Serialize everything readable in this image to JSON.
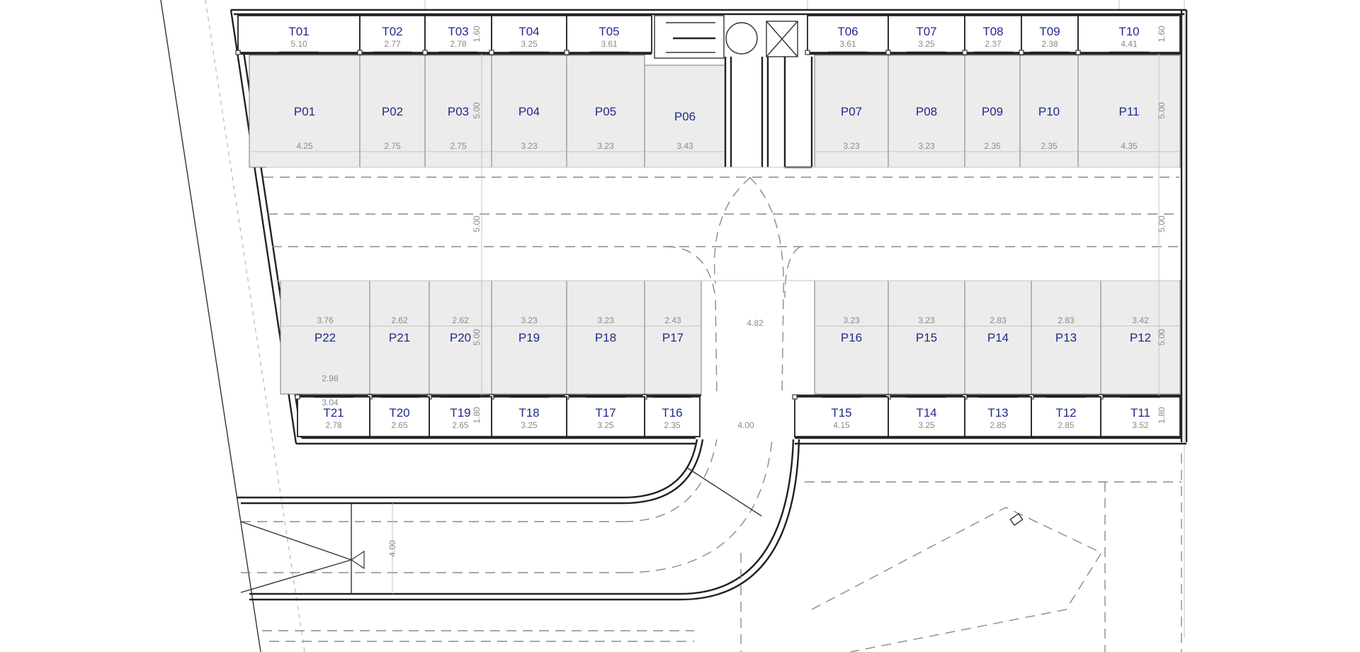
{
  "parking_spaces": [
    {
      "label": "P01",
      "dim": "4.25"
    },
    {
      "label": "P02",
      "dim": "2.75"
    },
    {
      "label": "P03",
      "dim": "2.75"
    },
    {
      "label": "P04",
      "dim": "3.23"
    },
    {
      "label": "P05",
      "dim": "3.23"
    },
    {
      "label": "P06",
      "dim": "3.43"
    },
    {
      "label": "P07",
      "dim": "3.23"
    },
    {
      "label": "P08",
      "dim": "3.23"
    },
    {
      "label": "P09",
      "dim": "2.35"
    },
    {
      "label": "P10",
      "dim": "2.35"
    },
    {
      "label": "P11",
      "dim": "4.35"
    },
    {
      "label": "P12",
      "dim": "3.42"
    },
    {
      "label": "P13",
      "dim": "2.83"
    },
    {
      "label": "P14",
      "dim": "2.83"
    },
    {
      "label": "P15",
      "dim": "3.23"
    },
    {
      "label": "P16",
      "dim": "3.23"
    },
    {
      "label": "P17",
      "dim": "2.43"
    },
    {
      "label": "P18",
      "dim": "3.23"
    },
    {
      "label": "P19",
      "dim": "3.23"
    },
    {
      "label": "P20",
      "dim": "2.62"
    },
    {
      "label": "P21",
      "dim": "2.62"
    },
    {
      "label": "P22",
      "dim": "3.76"
    }
  ],
  "storage_rooms": [
    {
      "label": "T01",
      "dim": "5.10"
    },
    {
      "label": "T02",
      "dim": "2.77"
    },
    {
      "label": "T03",
      "dim": "2.78"
    },
    {
      "label": "T04",
      "dim": "3.25"
    },
    {
      "label": "T05",
      "dim": "3.61"
    },
    {
      "label": "T06",
      "dim": "3.61"
    },
    {
      "label": "T07",
      "dim": "3.25"
    },
    {
      "label": "T08",
      "dim": "2.37"
    },
    {
      "label": "T09",
      "dim": "2.38"
    },
    {
      "label": "T10",
      "dim": "4.41"
    },
    {
      "label": "T11",
      "dim": "3.52"
    },
    {
      "label": "T12",
      "dim": "2.85"
    },
    {
      "label": "T13",
      "dim": "2.85"
    },
    {
      "label": "T14",
      "dim": "3.25"
    },
    {
      "label": "T15",
      "dim": "4.15"
    },
    {
      "label": "T16",
      "dim": "2.35"
    },
    {
      "label": "T17",
      "dim": "3.25"
    },
    {
      "label": "T18",
      "dim": "3.25"
    },
    {
      "label": "T19",
      "dim": "2.65"
    },
    {
      "label": "T20",
      "dim": "2.65"
    },
    {
      "label": "T21",
      "dim": "2.78"
    }
  ],
  "extra_dimensions": {
    "storage_depth": "1.60",
    "space_depth": "5.00",
    "aisle_width": "5.00",
    "central_aisle": "4.82",
    "ramp_entry": "4.00",
    "ramp_width": "4.00",
    "p22_partition": "2.98",
    "t21_partition": "3.04",
    "storage_depth_bottom_left": "1.80",
    "storage_depth_bottom_right": "1.80"
  }
}
